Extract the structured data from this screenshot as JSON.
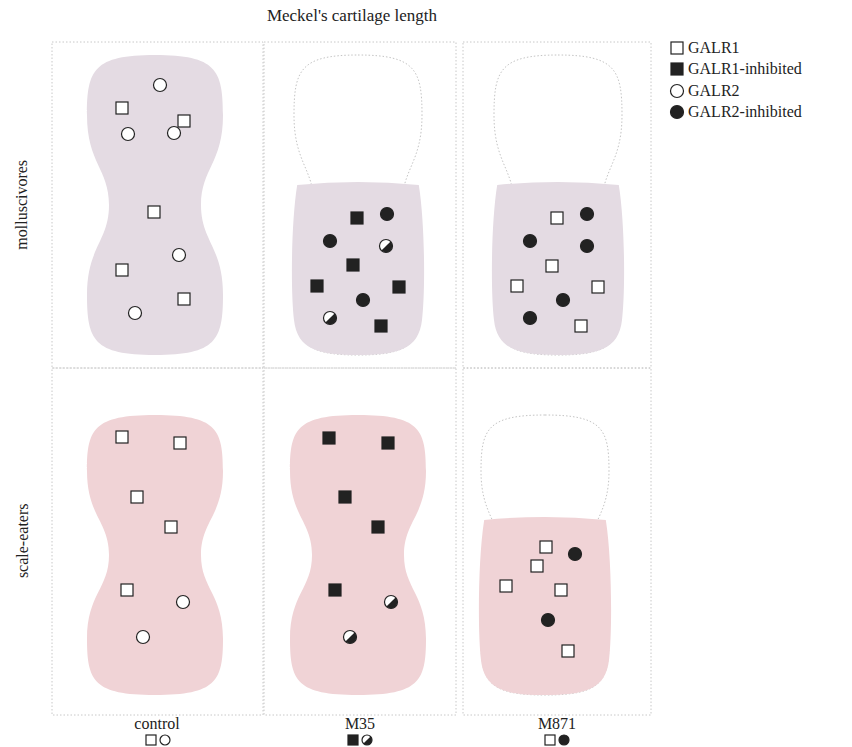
{
  "diagram": {
    "title": "Meckel's cartilage length",
    "labels": [
      "molluscivores",
      "scale-eaters",
      "control",
      "M35",
      "M871"
    ],
    "legend": [
      {
        "text": "GALR1"
      },
      {
        "text": "GALR1-inhibited"
      },
      {
        "text": "GALR2"
      },
      {
        "text": "GALR2-inhibited"
      }
    ]
  }
}
